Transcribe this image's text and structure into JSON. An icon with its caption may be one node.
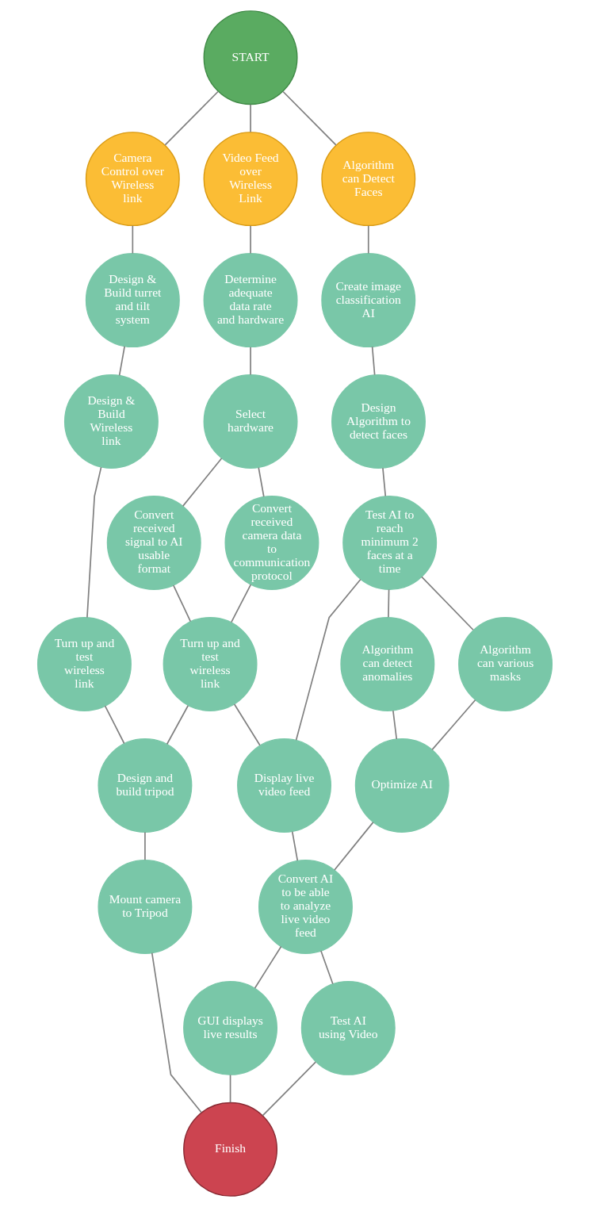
{
  "diagram": {
    "nodes": [
      {
        "text": [
          "START"
        ]
      },
      {
        "text": [
          "Camera Control over Wireless link"
        ]
      },
      {
        "text": [
          "Video Feed over Wireless Link"
        ]
      },
      {
        "text": [
          "Algorithm can Detect Faces"
        ]
      },
      {
        "text": [
          "Determine adequate data rate and hardware"
        ]
      },
      {
        "text": [
          "Create image classification AI"
        ]
      },
      {
        "text": [
          "Select hardware"
        ]
      },
      {
        "text": [
          "Design Algorithm to detect faces"
        ]
      },
      {
        "text": [
          "Design & Build turret and tilt system"
        ]
      },
      {
        "text": [
          "Test AI to reach minimum 2 faces at a time"
        ]
      },
      {
        "text": [
          "Convert received signal to AI usable format"
        ]
      },
      {
        "text": [
          "Convert received camera data to communication protocol"
        ]
      },
      {
        "text": [
          "Design & Build Wireless link"
        ]
      },
      {
        "text": [
          "Algorithm can detect anomalies"
        ]
      },
      {
        "text": [
          "Algorithm can various masks"
        ]
      },
      {
        "text": [
          "Turn up and test wireless link"
        ]
      },
      {
        "text": [
          "Display live video feed"
        ]
      },
      {
        "text": [
          "Optimize AI"
        ]
      },
      {
        "text": [
          "Turn up and test wireless link"
        ]
      },
      {
        "text": [
          "Convert AI to be able to analyze live video feed"
        ]
      },
      {
        "text": [
          "Design and build tripod"
        ]
      },
      {
        "text": [
          "GUI displays live results"
        ]
      },
      {
        "text": [
          "Mount camera to Tripod"
        ]
      },
      {
        "text": [
          "Test AI using Video"
        ]
      },
      {
        "text": [
          "Finish"
        ]
      }
    ],
    "edges": [
      {
        "from": 0,
        "to": 1,
        "arrow": "none"
      },
      {
        "from": 0,
        "to": 2,
        "arrow": "none"
      },
      {
        "from": 0,
        "to": 3,
        "arrow": "none"
      },
      {
        "from": 1,
        "to": 8,
        "arrow": "none"
      },
      {
        "from": 2,
        "to": 4,
        "arrow": "none"
      },
      {
        "from": 3,
        "to": 5,
        "arrow": "none"
      },
      {
        "from": 4,
        "to": 6,
        "arrow": "none"
      },
      {
        "from": 5,
        "to": 7,
        "arrow": "none"
      },
      {
        "from": 6,
        "to": 10,
        "arrow": "none"
      },
      {
        "from": 6,
        "to": 11,
        "arrow": "none"
      },
      {
        "from": 7,
        "to": 9,
        "arrow": "none"
      },
      {
        "from": 8,
        "to": 12,
        "arrow": "none"
      },
      {
        "from": 9,
        "to": 16,
        "arrow": "none"
      },
      {
        "from": 9,
        "to": 13,
        "arrow": "none"
      },
      {
        "from": 9,
        "to": 14,
        "arrow": "none"
      },
      {
        "from": 10,
        "to": 15,
        "arrow": "none"
      },
      {
        "from": 11,
        "to": 15,
        "arrow": "none"
      },
      {
        "from": 12,
        "to": 18,
        "arrow": "none"
      },
      {
        "from": 15,
        "to": 16,
        "arrow": "none"
      },
      {
        "from": 15,
        "to": 20,
        "arrow": "none"
      },
      {
        "from": 18,
        "to": 20,
        "arrow": "none"
      },
      {
        "from": 13,
        "to": 17,
        "arrow": "none"
      },
      {
        "from": 14,
        "to": 17,
        "arrow": "none"
      },
      {
        "from": 16,
        "to": 19,
        "arrow": "none"
      },
      {
        "from": 17,
        "to": 19,
        "arrow": "none"
      },
      {
        "from": 19,
        "to": 21,
        "arrow": "none"
      },
      {
        "from": 19,
        "to": 23,
        "arrow": "none"
      },
      {
        "from": 20,
        "to": 22,
        "arrow": "none"
      },
      {
        "from": 22,
        "to": 24,
        "arrow": "none"
      },
      {
        "from": 21,
        "to": 24,
        "arrow": "none"
      },
      {
        "from": 23,
        "to": 24,
        "arrow": "none"
      }
    ]
  }
}
